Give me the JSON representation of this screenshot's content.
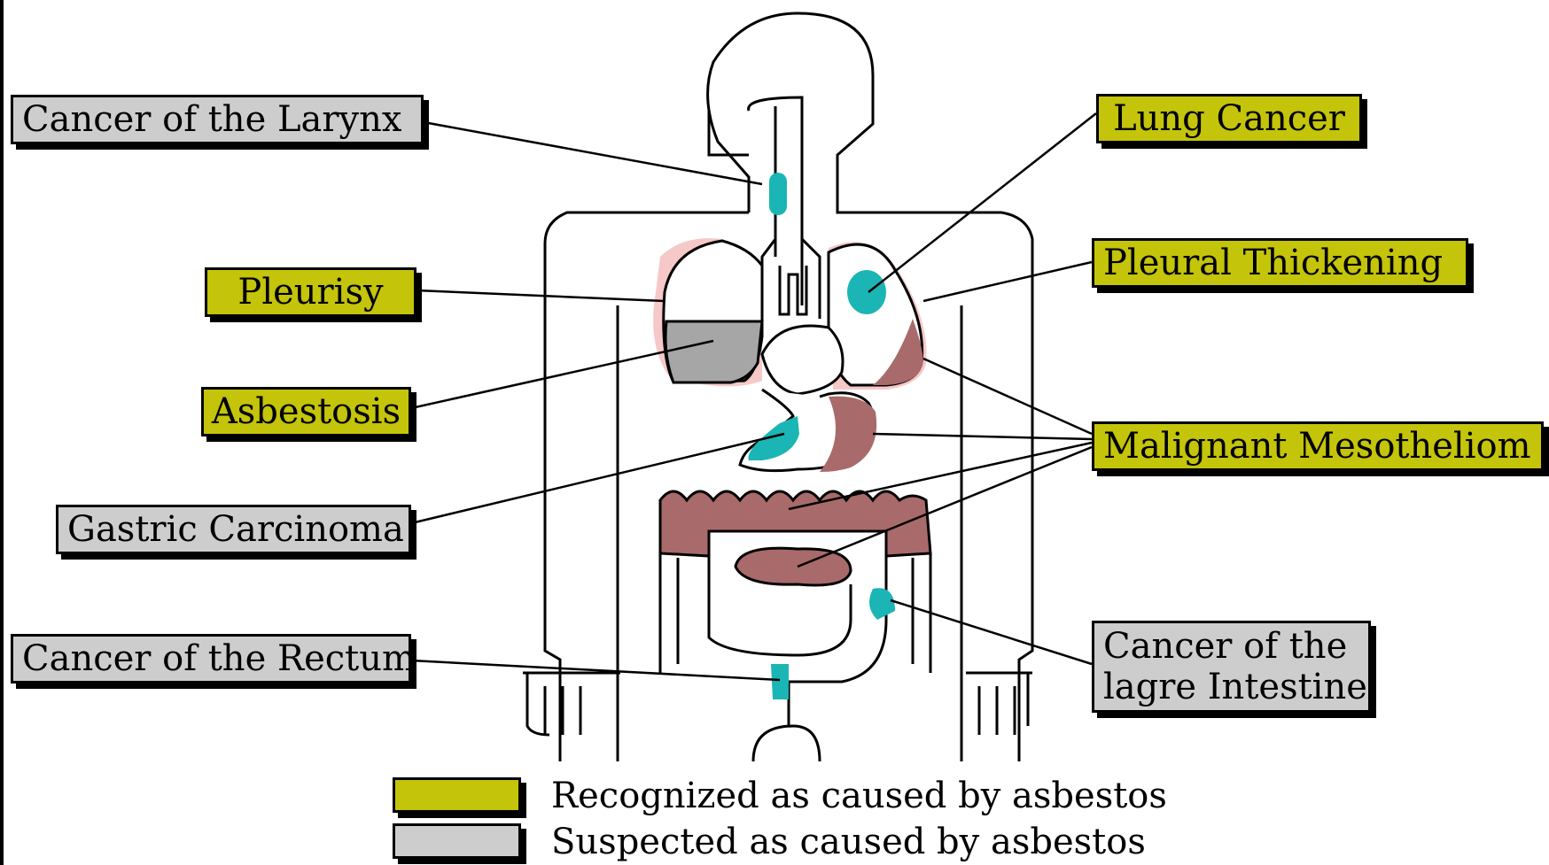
{
  "colors": {
    "recognized": "#c4c40a",
    "suspected": "#cdcdcd",
    "tumor_teal": "#1bb5b5",
    "mesothelioma": "#a86a6a",
    "asbestosis_gray": "#a6a6a6",
    "pleura_pink": "#f6c8c8"
  },
  "labels": {
    "larynx": "Cancer of the  Larynx",
    "lung_cancer": "Lung Cancer",
    "pleurisy": "Pleurisy",
    "pleural_thickening": "Pleural Thickening",
    "asbestosis": "Asbestosis",
    "mesothelioma": "Malignant Mesotheliom",
    "gastric": "Gastric Carcinoma",
    "rectum": "Cancer of the Rectum",
    "large_intestine_line1": "Cancer of the",
    "large_intestine_line2": "lagre Intestine"
  },
  "legend": {
    "recognized": "Recognized as caused by asbestos",
    "suspected": "Suspected as caused by asbestos"
  }
}
